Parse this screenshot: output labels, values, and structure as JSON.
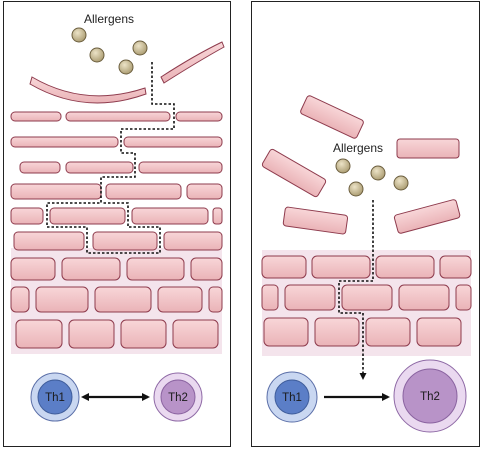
{
  "left_panel": {
    "allergens_label": "Allergens",
    "th1_label": "Th1",
    "th2_label": "Th2"
  },
  "right_panel": {
    "allergens_label": "Allergens",
    "th1_label": "Th1",
    "th2_label": "Th2"
  },
  "colors": {
    "brick_fill": "#f2c3c6",
    "brick_stroke": "#8e3b4d",
    "tissue_bg": "#f2dde8",
    "allergen_fill": "#c9bfa0",
    "th1_fill": "#5b7ec7",
    "th1_ring": "#c9d7f1",
    "th2_fill": "#b893c8",
    "th2_ring": "#ead9f0"
  }
}
